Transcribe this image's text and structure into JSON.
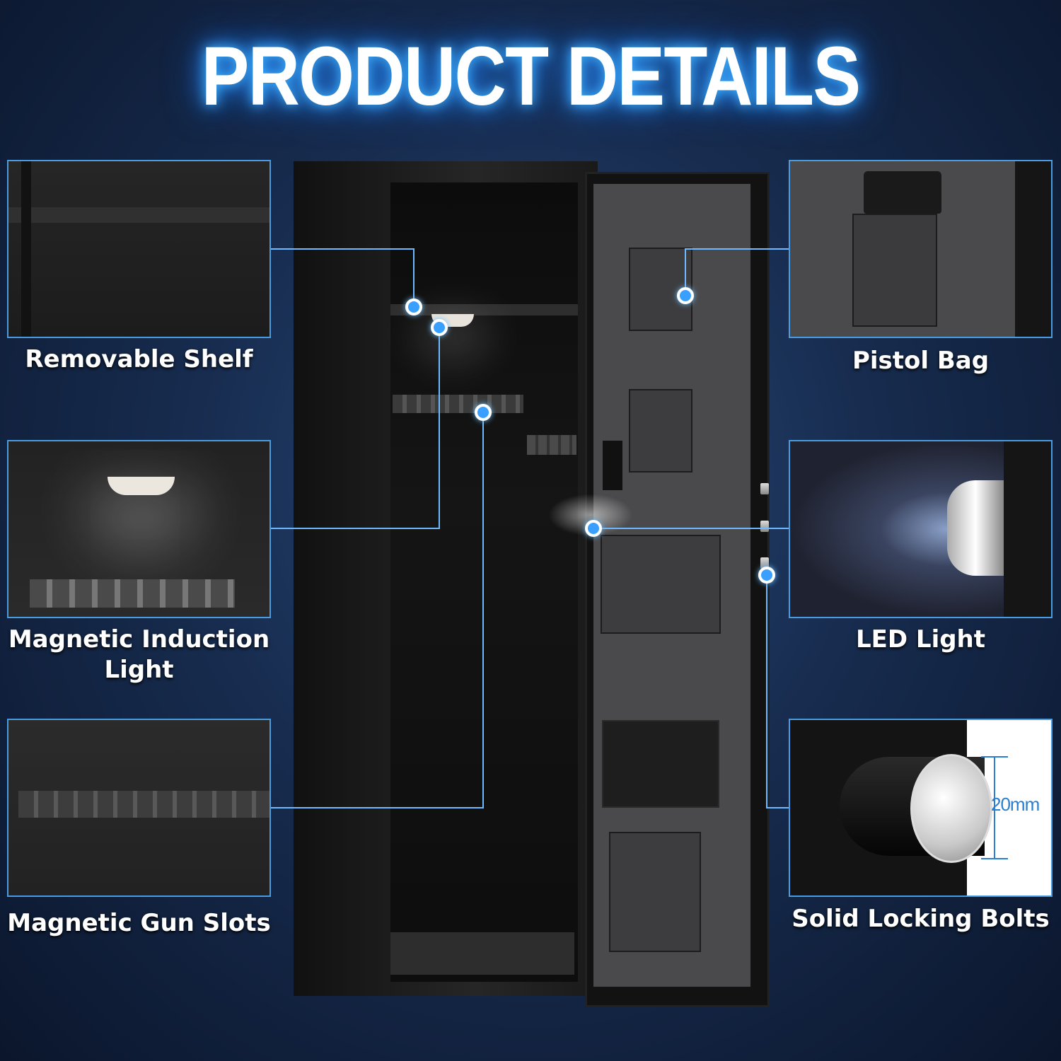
{
  "title": "PRODUCT DETAILS",
  "features": {
    "removable_shelf": "Removable Shelf",
    "pistol_bag": "Pistol Bag",
    "magnetic_induction_light_line1": "Magnetic Induction",
    "magnetic_induction_light_line2": "Light",
    "led_light": "LED Light",
    "magnetic_gun_slots": "Magnetic Gun Slots",
    "solid_locking_bolts": "Solid Locking Bolts"
  },
  "bolt_measurement": "20mm",
  "colors": {
    "accent": "#4a9be0",
    "glow": "#3fb4ff",
    "background": "#172c4f"
  }
}
